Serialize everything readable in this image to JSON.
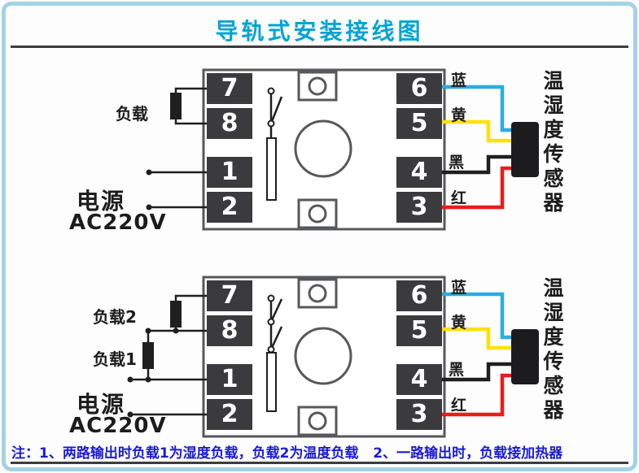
{
  "title": "导轨式安装接线图",
  "note": "注：1、两路输出时负载1为湿度负载，负载2为温度负载   2、一路输出时，负载接加热器",
  "colors": {
    "frame": "#a3d2e4",
    "accent": "#00a4d2",
    "note_text": "#1b1bd4",
    "terminal_bg": "#3b3b3d",
    "terminal_text": "#ffffff",
    "device_outline": "#57585a",
    "wire_blue": "#2aabe4",
    "wire_yellow": "#ffe100",
    "wire_black": "#1f1f1f",
    "wire_red": "#ea1c1c",
    "sensor_body": "#1c1c1e"
  },
  "diagrams": [
    {
      "name": "single-output-wiring",
      "left_terminals": [
        "7",
        "8",
        "1",
        "2"
      ],
      "right_terminals": [
        "6",
        "5",
        "4",
        "3"
      ],
      "loads": [
        "负载"
      ],
      "power_label": "电源",
      "power_voltage": "AC220V",
      "wire_labels": [
        "蓝",
        "黄",
        "黑",
        "红"
      ],
      "sensor_label": "温湿度传感器"
    },
    {
      "name": "dual-output-wiring",
      "left_terminals": [
        "7",
        "8",
        "1",
        "2"
      ],
      "right_terminals": [
        "6",
        "5",
        "4",
        "3"
      ],
      "loads": [
        "负载2",
        "负载1"
      ],
      "power_label": "电源",
      "power_voltage": "AC220V",
      "wire_labels": [
        "蓝",
        "黄",
        "黑",
        "红"
      ],
      "sensor_label": "温湿度传感器"
    }
  ]
}
